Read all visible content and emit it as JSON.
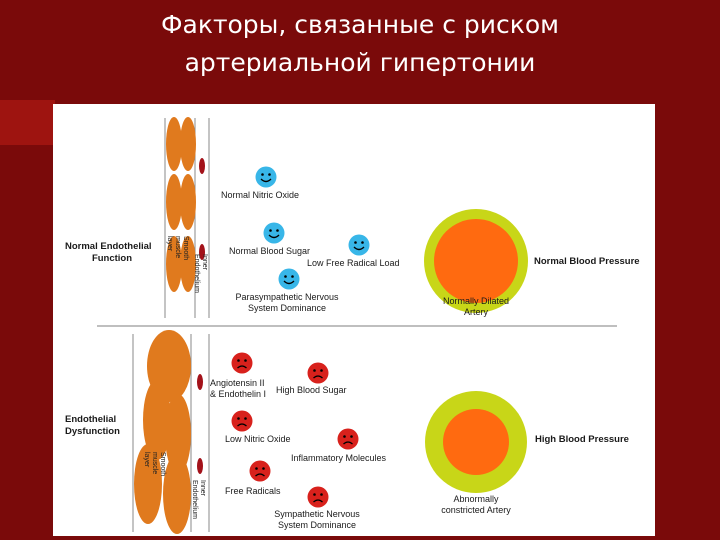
{
  "title": {
    "line1": "Факторы, связанные с риском",
    "line2": "артериальной гипертонии"
  },
  "colors": {
    "slide_background": "#7a0a0a",
    "happy_face": "#38b6e8",
    "sad_face": "#d8211c",
    "muscle_cell": "#e07a1e",
    "artery_wall": "#c8d618",
    "artery_lumen": "#ff6a10"
  },
  "top_section": {
    "row_label_line1": "Normal Endothelial",
    "row_label_line2": "Function",
    "vessel_label_smooth_line1": "Smooth",
    "vessel_label_smooth_line2": "muscle",
    "vessel_label_smooth_line3": "layer",
    "vessel_label_endo_line1": "Inner",
    "vessel_label_endo_line2": "Endothelium",
    "factors": {
      "nitric_oxide": "Normal Nitric Oxide",
      "blood_sugar": "Normal Blood Sugar",
      "radical_load": "Low Free Radical Load",
      "nervous_line1": "Parasympathetic Nervous",
      "nervous_line2": "System Dominance"
    },
    "faces": [
      "happy-face",
      "happy-face",
      "happy-face",
      "happy-face"
    ],
    "artery_label_line1": "Normally Dilated",
    "artery_label_line2": "Artery",
    "outcome": "Normal Blood Pressure"
  },
  "bottom_section": {
    "row_label_line1": "Endothelial",
    "row_label_line2": "Dysfunction",
    "vessel_label_smooth_line1": "Smooth",
    "vessel_label_smooth_line2": "muscle",
    "vessel_label_smooth_line3": "layer",
    "vessel_label_endo_line1": "Inner",
    "vessel_label_endo_line2": "Endothelium",
    "factors": {
      "angiotensin_line1": "Angiotensin II",
      "angiotensin_line2": "& Endothelin I",
      "blood_sugar": "High Blood Sugar",
      "nitric_oxide": "Low Nitric Oxide",
      "inflammatory": "Inflammatory Molecules",
      "radicals": "Free Radicals",
      "nervous_line1": "Sympathetic Nervous",
      "nervous_line2": "System Dominance"
    },
    "faces": [
      "sad-face",
      "sad-face",
      "sad-face",
      "sad-face",
      "sad-face",
      "sad-face"
    ],
    "artery_label_line1": "Abnormally",
    "artery_label_line2": "constricted Artery",
    "outcome": "High Blood Pressure"
  }
}
